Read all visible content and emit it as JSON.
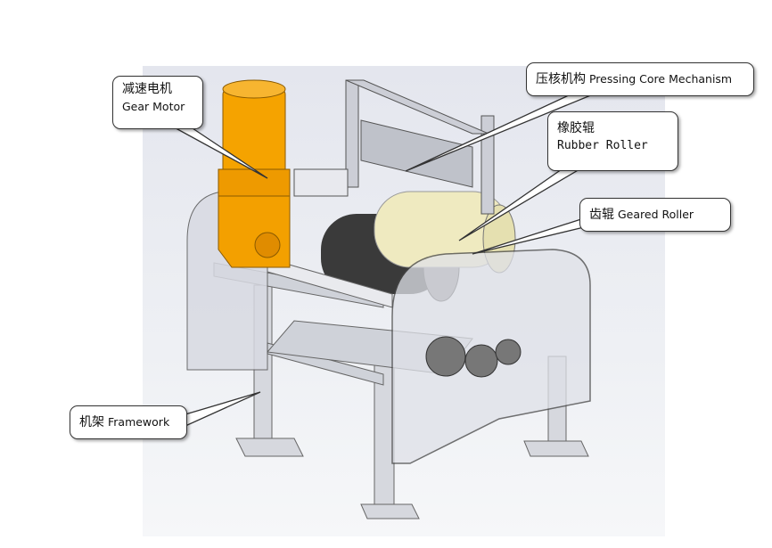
{
  "callouts": {
    "gear_motor": {
      "zh": "减速电机",
      "en": "Gear Motor"
    },
    "pressing_core": {
      "zh": "压核机构",
      "en": "Pressing Core Mechanism"
    },
    "rubber_roller": {
      "zh": "橡胶辊",
      "en": "Rubber Roller"
    },
    "geared_roller": {
      "zh": "齿辊",
      "en": "Geared Roller"
    },
    "framework": {
      "zh": "机架",
      "en": "Framework"
    }
  },
  "colors": {
    "motor": "#f5a300",
    "frame": "#c9ccd3",
    "roller": "#f2eec0"
  }
}
